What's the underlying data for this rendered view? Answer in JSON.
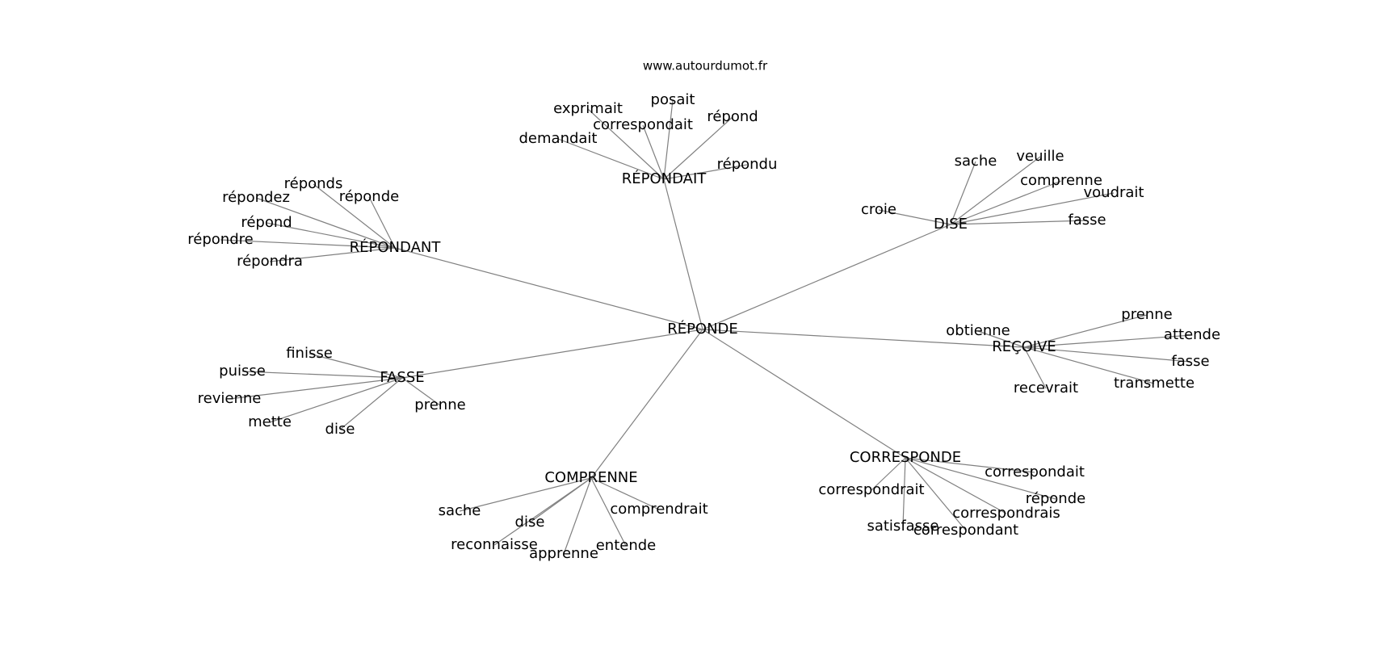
{
  "website": "www.autourdumot.fr",
  "center": "RÉPONDE",
  "hubs": [
    {
      "id": "repondait",
      "label": "RÉPONDAIT",
      "leaves": [
        "exprimait",
        "posait",
        "répond",
        "correspondait",
        "demandait",
        "répondu"
      ]
    },
    {
      "id": "repondant",
      "label": "RÉPONDANT",
      "leaves": [
        "réponds",
        "répondez",
        "réponde",
        "répond",
        "répondre",
        "répondra"
      ]
    },
    {
      "id": "dise",
      "label": "DISE",
      "leaves": [
        "sache",
        "veuille",
        "comprenne",
        "voudrait",
        "croie",
        "fasse"
      ]
    },
    {
      "id": "fasse",
      "label": "FASSE",
      "leaves": [
        "finisse",
        "puisse",
        "revienne",
        "mette",
        "dise",
        "prenne"
      ]
    },
    {
      "id": "recoive",
      "label": "REÇOIVE",
      "leaves": [
        "prenne",
        "attende",
        "fasse",
        "transmette",
        "recevrait",
        "obtienne"
      ]
    },
    {
      "id": "comprenne",
      "label": "COMPRENNE",
      "leaves": [
        "sache",
        "dise",
        "comprendrait",
        "reconnaisse",
        "apprenne",
        "entende"
      ]
    },
    {
      "id": "corresponde",
      "label": "CORRESPONDE",
      "leaves": [
        "correspondait",
        "correspondrait",
        "réponde",
        "correspondrais",
        "satisfasse",
        "correspondant"
      ]
    }
  ]
}
